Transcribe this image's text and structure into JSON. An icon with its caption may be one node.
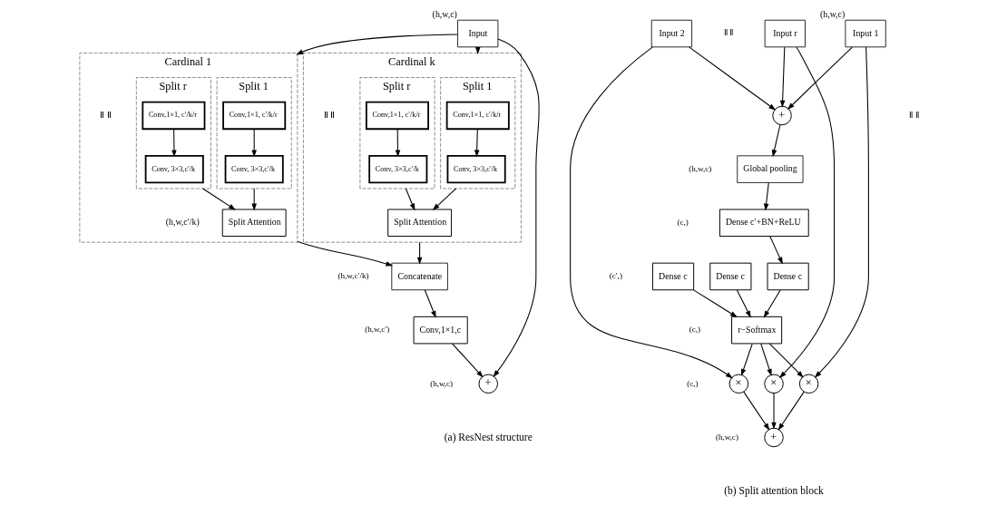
{
  "diagram": {
    "nodes": [
      {
        "text": [
          "Input"
        ],
        "beside": [
          "(h,w,c)"
        ]
      },
      {
        "text": [
          "Cardinal 1"
        ]
      },
      {
        "text": [
          "Split 1"
        ],
        "in": 1
      },
      {
        "text": [
          "Conv,1×1, c′/k/r"
        ],
        "in": 2
      },
      {
        "text": [
          "Conv, 3×3,c′/k"
        ],
        "in": 2
      },
      {
        "text": [
          "Split r"
        ],
        "in": 1
      },
      {
        "text": [
          "Conv,1×1, c′/k/r"
        ],
        "in": 5
      },
      {
        "text": [
          "Conv, 3×3,c′/k"
        ],
        "in": 5
      },
      {
        "text": [
          "Split Attention"
        ],
        "in": 1
      },
      {
        "text": [
          "Cardinal k"
        ]
      },
      {
        "text": [
          "Split 1"
        ],
        "in": 9
      },
      {
        "text": [
          "Conv,1×1, c′/k/r"
        ],
        "in": 10
      },
      {
        "text": [
          "Conv, 3×3,c′/k"
        ],
        "in": 10
      },
      {
        "text": [
          "Split r"
        ],
        "in": 9
      },
      {
        "text": [
          "Conv,1×1, c′/k/r"
        ],
        "in": 13
      },
      {
        "text": [
          "Conv, 3×3,c′/k"
        ],
        "in": 13
      },
      {
        "text": [
          "Split Attention"
        ],
        "in": 9
      },
      {
        "text": [
          "Concatenate"
        ]
      },
      {
        "text": [
          "Conv,1×1,c"
        ]
      },
      {
        "text": [
          "+"
        ]
      },
      {
        "text": [
          "Input 1"
        ],
        "beside": [
          "(h,w,c)"
        ]
      },
      {
        "text": [
          "Input 2"
        ]
      },
      {
        "text": [
          "Input r"
        ]
      },
      {
        "text": [
          "+"
        ]
      },
      {
        "text": [
          "Global pooling"
        ]
      },
      {
        "text": [
          "Dense c′+BN+ReLU"
        ]
      },
      {
        "text": [
          "Dense c"
        ]
      },
      {
        "text": [
          "Dense c"
        ]
      },
      {
        "text": [
          "Dense c"
        ]
      },
      {
        "text": [
          "r−Softmax"
        ]
      },
      {
        "text": [
          "×"
        ]
      },
      {
        "text": [
          "×"
        ]
      },
      {
        "text": [
          "×"
        ]
      },
      {
        "text": [
          "+"
        ]
      }
    ],
    "edges": [
      {
        "from": 0,
        "to": 1,
        "arrow": "to"
      },
      {
        "from": 0,
        "to": 9,
        "arrow": "to"
      },
      {
        "from": 3,
        "to": 4,
        "arrow": "to"
      },
      {
        "from": 6,
        "to": 7,
        "arrow": "to"
      },
      {
        "from": 2,
        "to": 8,
        "arrow": "to"
      },
      {
        "from": 5,
        "to": 8,
        "arrow": "to"
      },
      {
        "from": 11,
        "to": 12,
        "arrow": "to"
      },
      {
        "from": 14,
        "to": 15,
        "arrow": "to"
      },
      {
        "from": 10,
        "to": 16,
        "arrow": "to"
      },
      {
        "from": 13,
        "to": 16,
        "arrow": "to"
      },
      {
        "from": 1,
        "to": 17,
        "arrow": "to"
      },
      {
        "from": 9,
        "to": 17,
        "arrow": "to"
      },
      {
        "from": 17,
        "to": 18,
        "arrow": "to"
      },
      {
        "from": 18,
        "to": 19,
        "arrow": "to"
      },
      {
        "from": 0,
        "to": 19,
        "arrow": "to"
      },
      {
        "from": 20,
        "to": 23,
        "arrow": "to"
      },
      {
        "from": 21,
        "to": 23,
        "arrow": "to"
      },
      {
        "from": 22,
        "to": 23,
        "arrow": "to"
      },
      {
        "from": 23,
        "to": 24,
        "arrow": "to"
      },
      {
        "from": 24,
        "to": 25,
        "arrow": "to"
      },
      {
        "from": 25,
        "to": 27,
        "arrow": "to"
      },
      {
        "from": 26,
        "to": 29,
        "arrow": "to"
      },
      {
        "from": 27,
        "to": 29,
        "arrow": "to"
      },
      {
        "from": 28,
        "to": 29,
        "arrow": "to"
      },
      {
        "from": 29,
        "to": 30,
        "arrow": "to"
      },
      {
        "from": 29,
        "to": 31,
        "arrow": "to"
      },
      {
        "from": 29,
        "to": 32,
        "arrow": "to"
      },
      {
        "from": 20,
        "to": 30,
        "arrow": "to"
      },
      {
        "from": 21,
        "to": 31,
        "arrow": "to"
      },
      {
        "from": 22,
        "to": 32,
        "arrow": "to"
      },
      {
        "from": 30,
        "to": 33,
        "arrow": "to"
      },
      {
        "from": 31,
        "to": 33,
        "arrow": "to"
      },
      {
        "from": 32,
        "to": 33,
        "arrow": "to"
      }
    ],
    "labels": [
      "Ⅱ Ⅱ",
      "Ⅱ Ⅱ",
      "Ⅱ Ⅱ",
      "(h,w,c′/k)",
      "(h,w,c′/k)",
      "(h,w,c′)",
      "(h,w,c)",
      "(a) ResNest structure",
      "Ⅱ Ⅱ",
      "(h,w,c)",
      "(c,)",
      "(c′,)",
      "(c,)",
      "(c,)",
      "(h,w,c)",
      "(b) Split attention block"
    ]
  }
}
